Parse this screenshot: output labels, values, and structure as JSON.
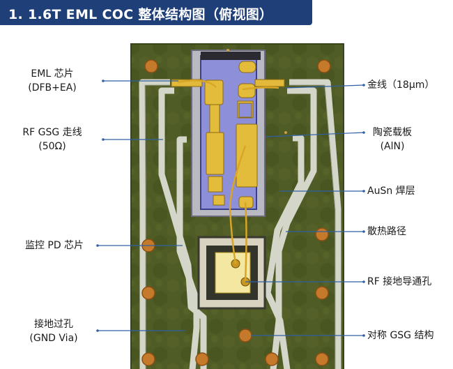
{
  "title": "1. 1.6T EML COC 整体结构图（俯视图）",
  "labels_left": [
    {
      "id": "eml-chip",
      "line1": "EML 芯片",
      "line2": "(DFB+EA)"
    },
    {
      "id": "rf-gsg-trace",
      "line1": "RF GSG 走线",
      "line2": "(50Ω)"
    },
    {
      "id": "monitor-pd",
      "line1": "监控 PD 芯片",
      "line2": ""
    },
    {
      "id": "ground-via",
      "line1": "接地过孔",
      "line2": "(GND Via)"
    }
  ],
  "labels_right": [
    {
      "id": "gold-wire",
      "line1": "金线（18μm）",
      "line2": ""
    },
    {
      "id": "ceramic-submount",
      "line1": "陶瓷载板",
      "line2": "(AlN)"
    },
    {
      "id": "ausn-solder",
      "line1": "AuSn 焊层",
      "line2": ""
    },
    {
      "id": "heat-path",
      "line1": "散热路径",
      "line2": ""
    },
    {
      "id": "rf-ground-via",
      "line1": "RF 接地导通孔",
      "line2": ""
    },
    {
      "id": "symmetric-gsg",
      "line1": "对称 GSG 结构",
      "line2": ""
    }
  ],
  "colors": {
    "title_bg": "#1f3f78",
    "board": "#4d5a24",
    "board_edge": "#3c471b",
    "trace": "#d7d9cf",
    "gold": "#e2b93b",
    "chip_blue": "#8f8fdc",
    "leader": "#2f5fa5"
  }
}
